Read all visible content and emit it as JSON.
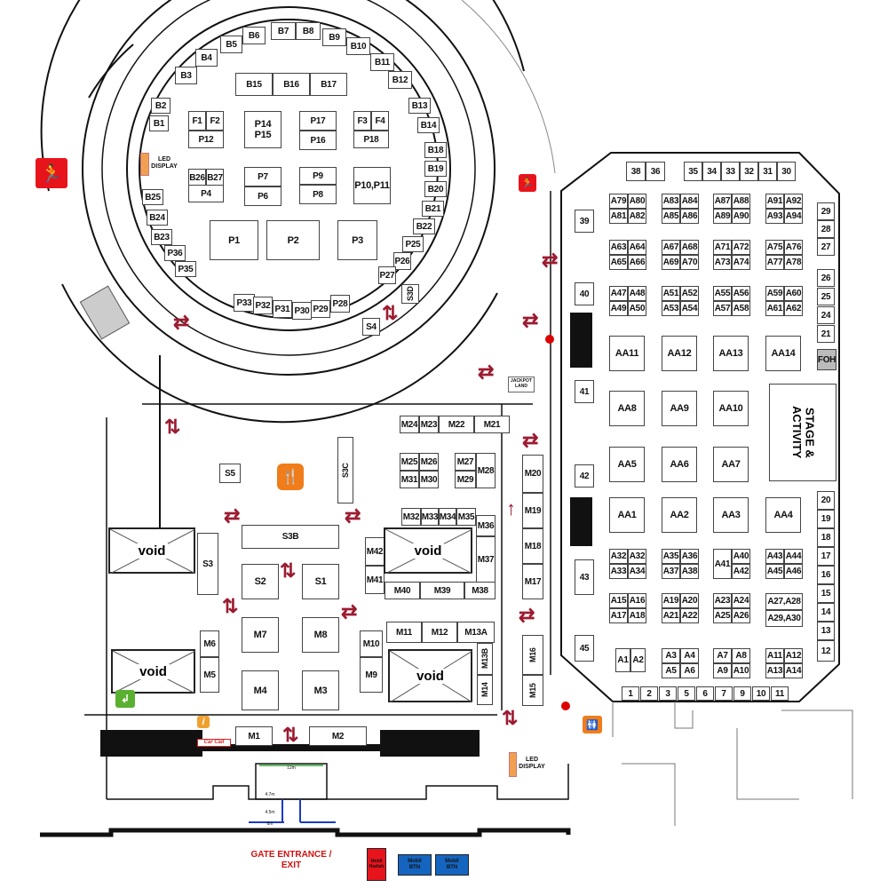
{
  "title": "Exhibition Floor Plan",
  "colors": {
    "arrow": "#9b1b30",
    "exit": "#e8141c",
    "food": "#f07d1a",
    "led": "#f0a050",
    "btn": "#1565c0",
    "hadiah": "#e8141c"
  },
  "booths": [
    "B7",
    "B8",
    "B6",
    "B5",
    "B9",
    "B10",
    "B4",
    "B11",
    "B3",
    "B12",
    "B2",
    "B1",
    "B13",
    "B14",
    "B18",
    "B19",
    "B20",
    "B21",
    "B22",
    "B25",
    "B24",
    "B23",
    "P36",
    "P35",
    "P25",
    "P26",
    "P27",
    "S3D",
    "P33",
    "P32",
    "P31",
    "P30",
    "P29",
    "P28",
    "B15",
    "B16",
    "B17",
    "F1",
    "F2",
    "P12",
    "P14\nP15",
    "P17",
    "P16",
    "F3",
    "F4",
    "P18",
    "B26",
    "B27",
    "P4",
    "P7",
    "P6",
    "P9",
    "P8",
    "P10,P11",
    "P1",
    "P2",
    "P3",
    "S4",
    "M24",
    "M23",
    "M22",
    "M21",
    "M25",
    "M26",
    "M31",
    "M30",
    "M27",
    "M29",
    "M28",
    "M32",
    "M33",
    "M34",
    "M35",
    "M36",
    "M37",
    "M42",
    "M41",
    "M40",
    "M39",
    "M38",
    "S3",
    "S3B",
    "S2",
    "S1",
    "S5",
    "S3C",
    "M20",
    "M19",
    "M18",
    "M17",
    "M6",
    "M5",
    "M7",
    "M8",
    "M4",
    "M3",
    "M10",
    "M9",
    "M11",
    "M12",
    "M13A",
    "M13B",
    "M14",
    "M16",
    "M15",
    "M1",
    "M2",
    "38",
    "36",
    "35",
    "34",
    "33",
    "32",
    "31",
    "30",
    "A79",
    "A80",
    "A81",
    "A82",
    "A83",
    "A84",
    "A85",
    "A86",
    "A87",
    "A88",
    "A89",
    "A90",
    "A91",
    "A92",
    "A93",
    "A94",
    "A63",
    "A64",
    "A65",
    "A66",
    "A67",
    "A68",
    "A69",
    "A70",
    "A71",
    "A72",
    "A73",
    "A74",
    "A75",
    "A76",
    "A77",
    "A78",
    "A47",
    "A48",
    "A49",
    "A50",
    "A51",
    "A52",
    "A53",
    "A54",
    "A55",
    "A56",
    "A57",
    "A58",
    "A59",
    "A60",
    "A61",
    "A62",
    "AA11",
    "AA12",
    "AA13",
    "AA14",
    "AA8",
    "AA9",
    "AA10",
    "AA5",
    "AA6",
    "AA7",
    "AA1",
    "AA2",
    "AA3",
    "AA4",
    "A32",
    "A32",
    "A33",
    "A34",
    "A35",
    "A36",
    "A37",
    "A38",
    "A41",
    "A40",
    "A42",
    "A43",
    "A44",
    "A45",
    "A46",
    "A15",
    "A16",
    "A17",
    "A18",
    "A19",
    "A20",
    "A21",
    "A22",
    "A23",
    "A24",
    "A25",
    "A26",
    "A27,A28",
    "A29,A30",
    "A1",
    "A2",
    "A3",
    "A4",
    "A5",
    "A6",
    "A7",
    "A8",
    "A9",
    "A10",
    "A11",
    "A12",
    "A13",
    "A14",
    "1",
    "2",
    "3",
    "5",
    "6",
    "7",
    "9",
    "10",
    "11",
    "29",
    "28",
    "27",
    "26",
    "25",
    "24",
    "21",
    "FOH",
    "20",
    "19",
    "18",
    "17",
    "16",
    "15",
    "14",
    "13",
    "12",
    "39",
    "40",
    "41",
    "42",
    "43",
    "45"
  ],
  "voids": [
    "void",
    "void",
    "void",
    "void"
  ],
  "stage_label": "STAGE & ACTIVITY",
  "labels": {
    "led_display_1": "LED DISPLAY",
    "led_display_2": "LED DISPLAY",
    "jackpot_land": "JACKPOT LAND",
    "car_call": "Car Call",
    "gate_entrance": "GATE ENTRANCE / EXIT",
    "mobil_hadiah": "Mobil Hadiah",
    "mobil_btn_1": "Mobil BTN",
    "mobil_btn_2": "Mobil BTN",
    "dim_12m": "12m",
    "dim_47m": "4.7m",
    "dim_45m": "4.5m",
    "dim_6m": "6m"
  },
  "icons": [
    "emergency-exit-icon",
    "food-court-icon",
    "info-icon",
    "toilet-icon",
    "assembly-point-icon",
    "double-arrow-icon"
  ]
}
